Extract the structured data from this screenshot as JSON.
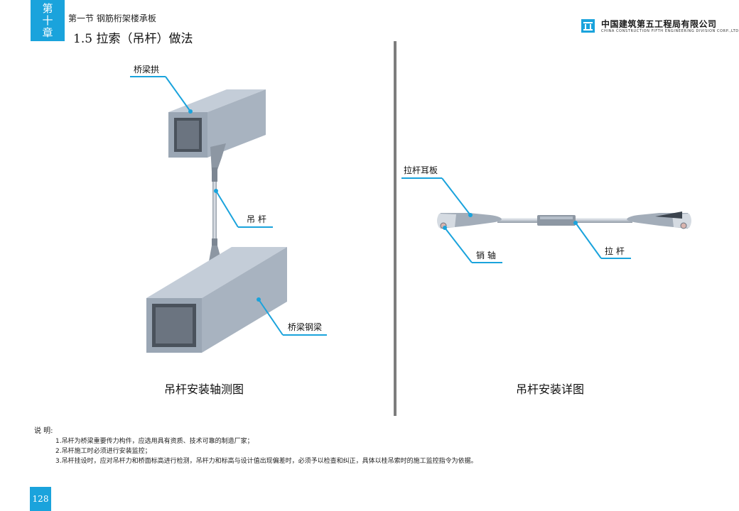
{
  "header": {
    "chapter_tab": [
      "第",
      "十",
      "章"
    ],
    "section_label": "第一节 钢筋桁架楼承板",
    "page_title": "1.5 拉索（吊杆）做法",
    "company_name_cn": "中国建筑第五工程局有限公司",
    "company_name_en": "CHINA CONSTRUCTION FIFTH ENGINEERING DIVISION CORP.,LTD"
  },
  "left_figure": {
    "caption": "吊杆安装轴测图",
    "labels": {
      "arch": "桥梁拱",
      "hanger": "吊 杆",
      "girder": "桥梁钢梁"
    }
  },
  "right_figure": {
    "caption": "吊杆安装详图",
    "labels": {
      "ear_plate": "拉杆耳板",
      "pin": "销 轴",
      "rod": "拉 杆"
    }
  },
  "notes": {
    "heading": "说 明:",
    "items": [
      "1.吊杆为桥梁重要传力构件，应选用具有资质、技术可靠的制造厂家；",
      "2.吊杆施工时必须进行安装监控；",
      "3.吊杆挂设时，应对吊杆力和桥面标高进行检测，吊杆力和标高与设计值出现偏差时，必须予以检查和纠正，具体以桂吊索时的施工监控指令为依据。"
    ]
  },
  "page_number": "128",
  "colors": {
    "accent": "#1aa3dc",
    "divider": "#7d7d7d",
    "steel_front": "#9aa6b4",
    "steel_top": "#bcc6d2"
  }
}
